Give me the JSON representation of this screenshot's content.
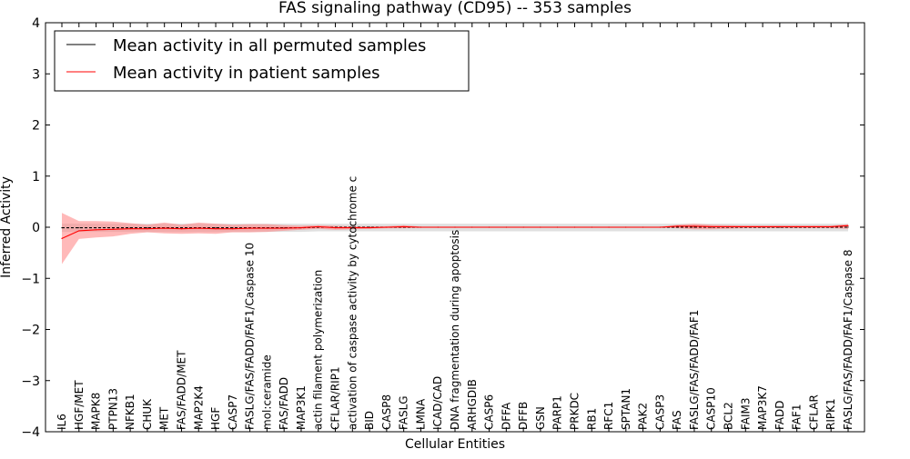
{
  "chart_data": {
    "type": "line",
    "title": "FAS signaling pathway (CD95) -- 353 samples",
    "xlabel": "Cellular Entities",
    "ylabel": "Inferred Activity",
    "ylim": [
      -4,
      4
    ],
    "yticks": [
      -4,
      -3,
      -2,
      -1,
      0,
      1,
      2,
      3,
      4
    ],
    "ytick_labels": [
      "−4",
      "−3",
      "−2",
      "−1",
      "0",
      "1",
      "2",
      "3",
      "4"
    ],
    "grid": false,
    "legend_position": "top-left",
    "categories": [
      "IL6",
      "HGF/MET",
      "MAPK8",
      "PTPN13",
      "NFKB1",
      "CHUK",
      "MET",
      "FAS/FADD/MET",
      "MAP2K4",
      "HGF",
      "CASP7",
      "FASLG/FAS/FADD/FAF1/Caspase 10",
      "mol:ceramide",
      "FAS/FADD",
      "MAP3K1",
      "actin filament polymerization",
      "CFLAR/RIP1",
      "activation of caspase activity by cytochrome c",
      "BID",
      "CASP8",
      "FASLG",
      "LMNA",
      "ICAD/CAD",
      "DNA fragmentation during apoptosis",
      "ARHGDIB",
      "CASP6",
      "DFFA",
      "DFFB",
      "GSN",
      "PARP1",
      "PRKDC",
      "RB1",
      "RFC1",
      "SPTAN1",
      "PAK2",
      "CASP3",
      "FAS",
      "FASLG/FAS/FADD/FAF1",
      "CASP10",
      "BCL2",
      "FAIM3",
      "MAP3K7",
      "FADD",
      "FAF1",
      "CFLAR",
      "RIPK1",
      "FASLG/FAS/FADD/FAF1/Caspase 8"
    ],
    "series": [
      {
        "name": "Mean activity in all permuted samples",
        "color": "#000000",
        "band_color": "#bbbbbb",
        "values": [
          -0.01,
          -0.01,
          -0.01,
          -0.01,
          -0.01,
          -0.01,
          -0.01,
          -0.01,
          -0.01,
          -0.01,
          -0.01,
          -0.01,
          -0.01,
          -0.01,
          -0.01,
          0.0,
          0.0,
          0.0,
          0.0,
          0.0,
          0.0,
          0.0,
          0.0,
          0.0,
          0.0,
          0.0,
          0.0,
          0.0,
          0.0,
          0.0,
          0.0,
          0.0,
          0.0,
          0.0,
          0.0,
          0.0,
          0.0,
          0.0,
          0.0,
          0.0,
          0.0,
          0.0,
          0.0,
          0.0,
          0.0,
          0.0,
          0.0
        ],
        "lower": [
          -0.09,
          -0.09,
          -0.09,
          -0.09,
          -0.09,
          -0.09,
          -0.09,
          -0.09,
          -0.09,
          -0.09,
          -0.09,
          -0.09,
          -0.09,
          -0.09,
          -0.09,
          -0.08,
          -0.08,
          -0.08,
          -0.08,
          -0.08,
          -0.08,
          -0.08,
          -0.08,
          -0.08,
          -0.08,
          -0.08,
          -0.08,
          -0.08,
          -0.08,
          -0.08,
          -0.08,
          -0.08,
          -0.08,
          -0.08,
          -0.08,
          -0.08,
          -0.08,
          -0.08,
          -0.08,
          -0.08,
          -0.08,
          -0.08,
          -0.08,
          -0.08,
          -0.08,
          -0.08,
          -0.08
        ],
        "upper": [
          0.07,
          0.07,
          0.07,
          0.07,
          0.07,
          0.07,
          0.07,
          0.07,
          0.07,
          0.07,
          0.07,
          0.07,
          0.07,
          0.07,
          0.07,
          0.07,
          0.07,
          0.07,
          0.07,
          0.07,
          0.07,
          0.07,
          0.07,
          0.07,
          0.07,
          0.07,
          0.07,
          0.07,
          0.07,
          0.07,
          0.07,
          0.07,
          0.07,
          0.07,
          0.07,
          0.07,
          0.07,
          0.07,
          0.07,
          0.07,
          0.07,
          0.07,
          0.07,
          0.07,
          0.07,
          0.07,
          0.07
        ]
      },
      {
        "name": "Mean activity in patient samples",
        "color": "#ff0000",
        "band_color": "#ff8080",
        "values": [
          -0.22,
          -0.07,
          -0.05,
          -0.04,
          -0.03,
          -0.03,
          -0.02,
          -0.03,
          -0.02,
          -0.03,
          -0.03,
          -0.02,
          -0.02,
          -0.02,
          -0.01,
          0.01,
          -0.01,
          -0.01,
          -0.01,
          0.0,
          0.01,
          0.0,
          0.0,
          0.0,
          0.0,
          0.0,
          0.0,
          0.0,
          0.0,
          0.0,
          0.0,
          0.0,
          0.0,
          0.0,
          0.0,
          0.0,
          0.02,
          0.02,
          0.01,
          0.01,
          0.01,
          0.01,
          0.01,
          0.01,
          0.01,
          0.01,
          0.03
        ],
        "lower": [
          -0.72,
          -0.23,
          -0.2,
          -0.18,
          -0.13,
          -0.1,
          -0.12,
          -0.13,
          -0.12,
          -0.13,
          -0.1,
          -0.1,
          -0.09,
          -0.07,
          -0.05,
          -0.03,
          -0.05,
          -0.04,
          -0.03,
          -0.02,
          -0.02,
          -0.01,
          -0.01,
          -0.01,
          -0.01,
          -0.01,
          -0.01,
          -0.01,
          -0.01,
          -0.01,
          -0.01,
          -0.01,
          -0.01,
          -0.01,
          -0.01,
          -0.01,
          -0.02,
          -0.04,
          -0.04,
          -0.03,
          -0.02,
          -0.02,
          -0.02,
          -0.02,
          -0.02,
          -0.02,
          -0.03
        ],
        "upper": [
          0.28,
          0.12,
          0.12,
          0.11,
          0.08,
          0.05,
          0.09,
          0.05,
          0.09,
          0.07,
          0.05,
          0.06,
          0.06,
          0.04,
          0.03,
          0.04,
          0.03,
          0.02,
          0.02,
          0.02,
          0.04,
          0.01,
          0.01,
          0.01,
          0.01,
          0.01,
          0.01,
          0.01,
          0.01,
          0.01,
          0.01,
          0.01,
          0.01,
          0.01,
          0.01,
          0.01,
          0.05,
          0.07,
          0.05,
          0.04,
          0.03,
          0.03,
          0.03,
          0.03,
          0.03,
          0.03,
          0.06
        ]
      }
    ]
  }
}
